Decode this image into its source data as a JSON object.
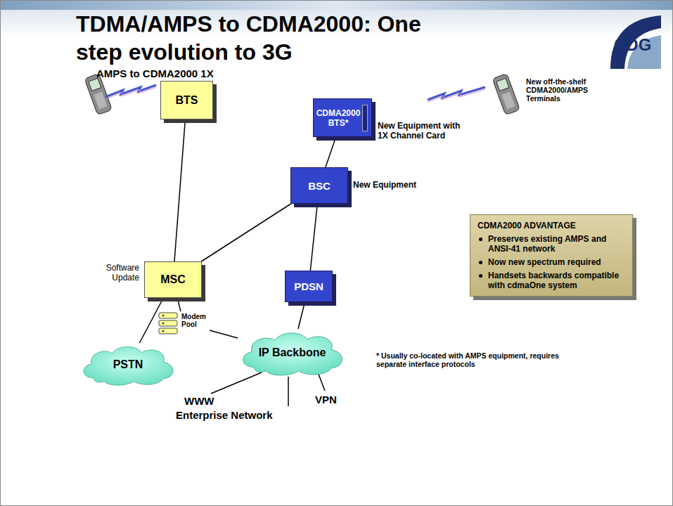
{
  "diagram": {
    "title": "TDMA/AMPS to CDMA2000: One step evolution to 3G",
    "nodes": [
      {
        "text": [
          "BTS"
        ]
      },
      {
        "text": [
          "CDMA2000 BTS*"
        ]
      },
      {
        "text": [
          "BSC"
        ]
      },
      {
        "text": [
          "MSC"
        ]
      },
      {
        "text": [
          "PDSN"
        ]
      },
      {
        "text": [
          "PSTN"
        ]
      },
      {
        "text": [
          "IP Backbone"
        ]
      },
      {
        "text": [
          "CDMA2000 ADVANTAGE",
          "Preserves existing AMPS and ANSI-41 network",
          "Now new spectrum required",
          "Handsets backwards compatible with cdmaOne system"
        ]
      },
      {
        "text": [
          "Modem Pool"
        ]
      }
    ],
    "edges": [
      {
        "from": 0,
        "to": 3,
        "arrow": "none"
      },
      {
        "from": 3,
        "to": 2,
        "arrow": "none"
      },
      {
        "from": 1,
        "to": 2,
        "arrow": "none"
      },
      {
        "from": 2,
        "to": 4,
        "arrow": "none"
      },
      {
        "from": 4,
        "to": 6,
        "arrow": "none"
      },
      {
        "from": 3,
        "to": 5,
        "arrow": "none"
      },
      {
        "from": 3,
        "to": 8,
        "arrow": "none"
      },
      {
        "from": 8,
        "to": 6,
        "arrow": "none"
      }
    ],
    "labels": [
      "AMPS to CDMA2000 1X",
      "New off-the-shelf CDMA2000/AMPS Terminals",
      "New Equipment with 1X Channel Card",
      "New Equipment",
      "Software Update",
      "* Usually co-located with AMPS equipment, requires separate interface protocols",
      "WWW",
      "VPN",
      "Enterprise Network",
      "CDG"
    ]
  }
}
